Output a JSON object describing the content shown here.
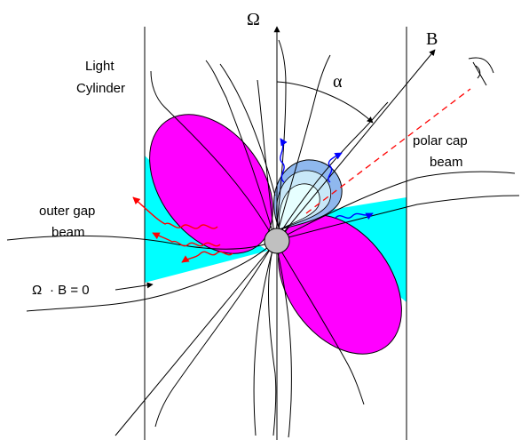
{
  "diagram": {
    "labels": {
      "omega": "Ω",
      "b_axis": "B",
      "alpha": "α",
      "light_cylinder_line1": "Light",
      "light_cylinder_line2": "Cylinder",
      "polar_cap_line1": "polar cap",
      "polar_cap_line2": "beam",
      "outer_gap_line1": "outer gap",
      "outer_gap_line2": "beam",
      "null_surface_omega": "Ω",
      "null_surface_rest": "· B = 0"
    },
    "colors": {
      "lobe": "#ff00ff",
      "outer_gap": "#00ffff",
      "polar_cap_outer": "#8fb8ee",
      "polar_cap_inner": "#e6ffff",
      "star": "#c0c0c0",
      "red_photon": "#ff0000",
      "blue_photon": "#0000ff",
      "line_of_sight": "#ff0000"
    },
    "icons": [
      "eye-icon"
    ]
  }
}
